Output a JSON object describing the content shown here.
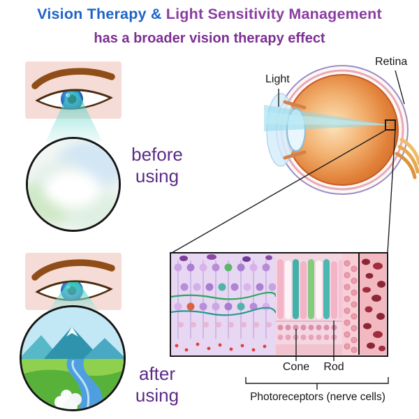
{
  "header": {
    "title_blue": "Vision Therapy & ",
    "title_purple": "Light Sensitivity Management",
    "subtitle": "has a broader vision therapy effect"
  },
  "comparison": {
    "before": {
      "line1": "before",
      "line2": "using"
    },
    "after": {
      "line1": "after",
      "line2": "using"
    }
  },
  "anatomy": {
    "light_label": "Light",
    "retina_label": "Retina"
  },
  "micro": {
    "cone_label": "Cone",
    "rod_label": "Rod",
    "caption": "Photoreceptors (nerve cells)"
  },
  "colors": {
    "title_blue": "#1e63c8",
    "title_purple": "#8a3da0",
    "subtitle_purple": "#7c2f93",
    "label_purple": "#5b2b87",
    "beam_teal": "#3ecdbf",
    "eyeball_orange": "#e2823a",
    "choroid_maroon": "#8c2637"
  }
}
